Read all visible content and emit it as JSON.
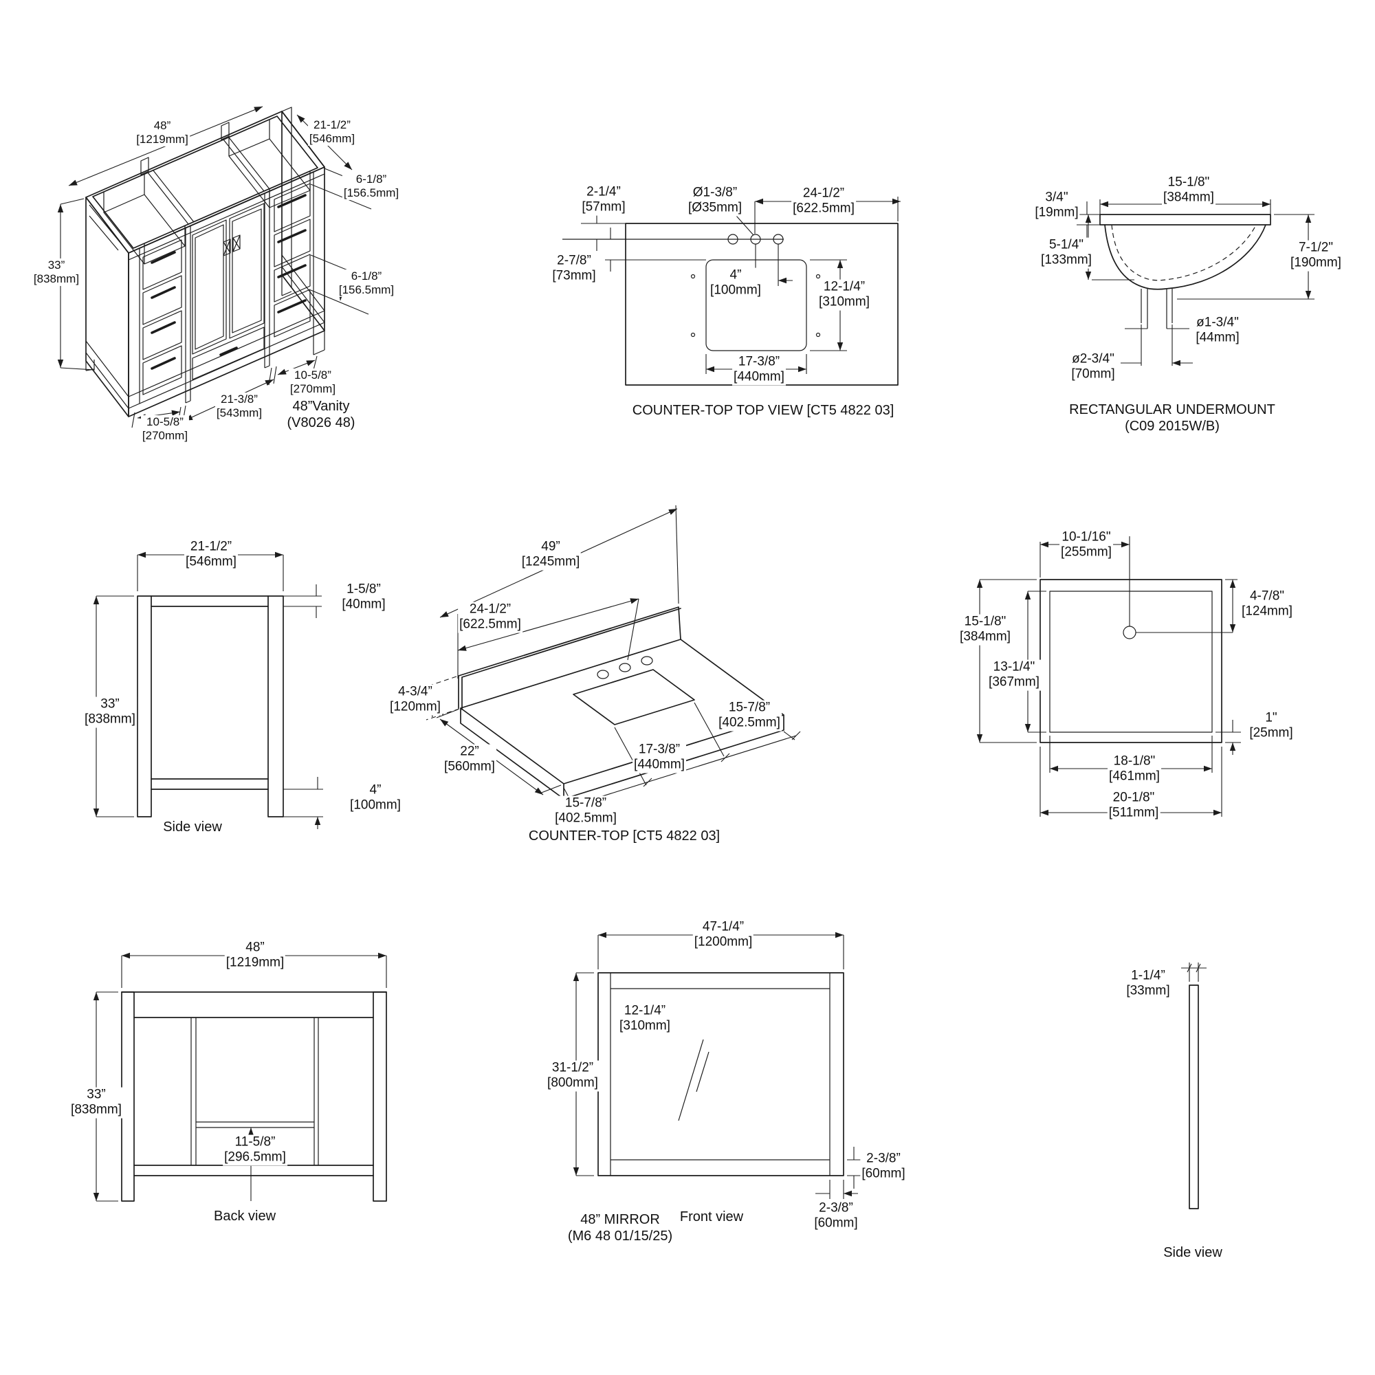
{
  "drawing": {
    "background": "#ffffff",
    "line_color": "#1c1c1c",
    "text_color": "#111111"
  },
  "views": {
    "vanity_iso": {
      "caption": {
        "line1": "48”Vanity",
        "line2": "(V8026 48)"
      },
      "dims": {
        "width": {
          "in": "48”",
          "mm": "[1219mm]"
        },
        "depth": {
          "in": "21-1/2”",
          "mm": "[546mm]"
        },
        "height": {
          "in": "33”",
          "mm": "[838mm]"
        },
        "top_drawer": {
          "in": "6-1/8”",
          "mm": "[156.5mm]"
        },
        "mid_drawer": {
          "in": "6-1/8”",
          "mm": "[156.5mm]"
        },
        "foot_right": {
          "in": "10-5/8”",
          "mm": "[270mm]"
        },
        "span": {
          "in": "21-3/8”",
          "mm": "[543mm]"
        },
        "foot_left": {
          "in": "10-5/8”",
          "mm": "[270mm]"
        }
      }
    },
    "counter_top_view": {
      "caption": "COUNTER-TOP TOP VIEW [CT5 4822 03]",
      "dims": {
        "edge": {
          "in": "2-1/4”",
          "mm": "[57mm]"
        },
        "hole_dia": {
          "in": "Ø1-3/8”",
          "mm": "[Ø35mm]"
        },
        "hole_span": {
          "in": "24-1/2”",
          "mm": "[622.5mm]"
        },
        "hole_offset": {
          "in": "2-7/8”",
          "mm": "[73mm]"
        },
        "spread": {
          "in": "4”",
          "mm": "[100mm]"
        },
        "cutout_depth": {
          "in": "12-1/4”",
          "mm": "[310mm]"
        },
        "cutout_width": {
          "in": "17-3/8”",
          "mm": "[440mm]"
        }
      }
    },
    "undermount": {
      "caption": {
        "line1": "RECTANGULAR UNDERMOUNT",
        "line2": "(C09 2015W/B)"
      },
      "dims": {
        "width": {
          "in": "15-1/8\"",
          "mm": "[384mm]"
        },
        "rim": {
          "in": "3/4\"",
          "mm": "[19mm]"
        },
        "bowl_depth": {
          "in": "5-1/4\"",
          "mm": "[133mm]"
        },
        "height": {
          "in": "7-1/2\"",
          "mm": "[190mm]"
        },
        "drain": {
          "in": "ø1-3/4\"",
          "mm": "[44mm]"
        },
        "tailpiece": {
          "in": "ø2-3/4\"",
          "mm": "[70mm]"
        }
      }
    },
    "cabinet_side": {
      "caption": "Side view",
      "dims": {
        "depth": {
          "in": "21-1/2”",
          "mm": "[546mm]"
        },
        "height": {
          "in": "33”",
          "mm": "[838mm]"
        },
        "top_rail": {
          "in": "1-5/8”",
          "mm": "[40mm]"
        },
        "toe": {
          "in": "4”",
          "mm": "[100mm]"
        }
      }
    },
    "counter_top_persp": {
      "caption": "COUNTER-TOP [CT5 4822 03]",
      "dims": {
        "width": {
          "in": "49”",
          "mm": "[1245mm]"
        },
        "splash_span": {
          "in": "24-1/2”",
          "mm": "[622.5mm]"
        },
        "splash_height": {
          "in": "4-3/4”",
          "mm": "[120mm]"
        },
        "depth": {
          "in": "22”",
          "mm": "[560mm]"
        },
        "left_seg": {
          "in": "15-7/8”",
          "mm": "[402.5mm]"
        },
        "cutout": {
          "in": "17-3/8”",
          "mm": "[440mm]"
        },
        "right_seg": {
          "in": "15-7/8”",
          "mm": "[402.5mm]"
        }
      }
    },
    "sink_top": {
      "dims": {
        "drain_x": {
          "in": "10-1/16\"",
          "mm": "[255mm]"
        },
        "outer_depth": {
          "in": "15-1/8\"",
          "mm": "[384mm]"
        },
        "inner_depth": {
          "in": "13-1/4\"",
          "mm": "[367mm]"
        },
        "drain_y": {
          "in": "4-7/8\"",
          "mm": "[124mm]"
        },
        "lip": {
          "in": "1\"",
          "mm": "[25mm]"
        },
        "inner_width": {
          "in": "18-1/8\"",
          "mm": "[461mm]"
        },
        "outer_width": {
          "in": "20-1/8\"",
          "mm": "[511mm]"
        }
      }
    },
    "cabinet_back": {
      "caption": "Back view",
      "dims": {
        "width": {
          "in": "48”",
          "mm": "[1219mm]"
        },
        "height": {
          "in": "33”",
          "mm": "[838mm]"
        },
        "opening": {
          "in": "11-5/8”",
          "mm": "[296.5mm]"
        }
      }
    },
    "mirror_front": {
      "caption": {
        "line1": "48” MIRROR",
        "line2": "(M6 48 01/15/25)",
        "view": "Front view"
      },
      "dims": {
        "width": {
          "in": "47-1/4”",
          "mm": "[1200mm]"
        },
        "height": {
          "in": "31-1/2”",
          "mm": "[800mm]"
        },
        "inset": {
          "in": "12-1/4”",
          "mm": "[310mm]"
        },
        "rail": {
          "in": "2-3/8”",
          "mm": "[60mm]"
        },
        "stile": {
          "in": "2-3/8”",
          "mm": "[60mm]"
        }
      }
    },
    "mirror_side": {
      "caption": "Side view",
      "dims": {
        "thickness": {
          "in": "1-1/4”",
          "mm": "[33mm]"
        }
      }
    }
  }
}
